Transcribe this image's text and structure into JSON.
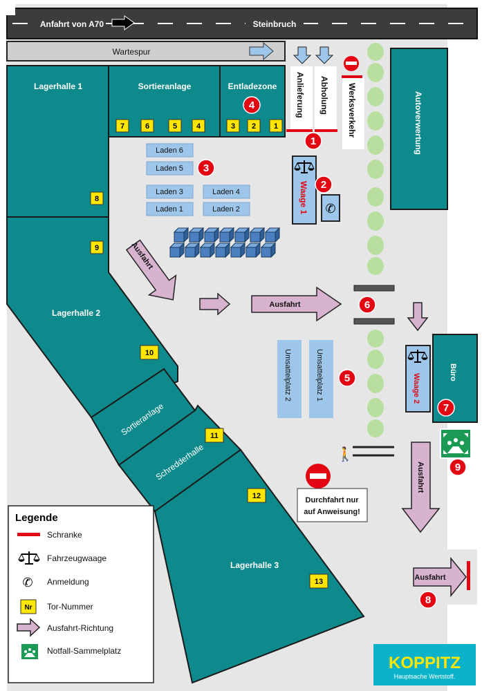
{
  "road": {
    "label_a70": "Anfahrt von A70",
    "label_steinbruch": "Steinbruch"
  },
  "wartespur": {
    "label": "Wartespur"
  },
  "buildings": {
    "lagerhalle1": "Lagerhalle 1",
    "sortieranlage_top": "Sortieranlage",
    "entladezone": "Entladezone",
    "autoverwertung": "Autoverwertung",
    "lagerhalle2": "Lagerhalle 2",
    "sortieranlage_mid": "Sortieranlage",
    "schredderhalle": "Schredderhalle",
    "lagerhalle3": "Lagerhalle 3",
    "buero": "Büro"
  },
  "lanes": {
    "anlieferung": "Anlieferung",
    "abholung": "Abholung",
    "werksverkehr": "Werksverkehr"
  },
  "tore": [
    "1",
    "2",
    "3",
    "4",
    "5",
    "6",
    "7",
    "8",
    "9",
    "10",
    "11",
    "12",
    "13"
  ],
  "laden": [
    "Laden 6",
    "Laden 5",
    "Laden 3",
    "Laden 4",
    "Laden 1",
    "Laden 2"
  ],
  "umsattel": [
    "Umsattelplatz 2",
    "Umsattelplatz 1"
  ],
  "waage": {
    "w1": "Waage 1",
    "w2": "Waage 2"
  },
  "badges": [
    "1",
    "2",
    "3",
    "4",
    "5",
    "6",
    "7",
    "8",
    "9"
  ],
  "ausfahrt": {
    "a1": "Ausfahrt",
    "a2": "Ausfahrt",
    "a3": "Ausfahrt",
    "a4": "Ausfahrt"
  },
  "notice": {
    "line1": "Durchfahrt nur",
    "line2": "auf Anweisung!"
  },
  "legend": {
    "title": "Legende",
    "schranke": "Schranke",
    "waage": "Fahrzeugwaage",
    "anmeldung": "Anmeldung",
    "nr_sample": "Nr",
    "tor": "Tor-Nummer",
    "richtung": "Ausfahrt-Richtung",
    "sammel": "Notfall-Sammelplatz"
  },
  "logo": {
    "brand": "KOPPITZ",
    "tagline": "Hauptsache Wertstoff."
  },
  "colors": {
    "building": "#0f8a8c",
    "tor": "#ffe600",
    "laden": "#9ec6ea",
    "arrow": "#d8b3d0",
    "badge": "#e30613",
    "ground": "#e6e6e6",
    "road": "#3c3c3c"
  }
}
